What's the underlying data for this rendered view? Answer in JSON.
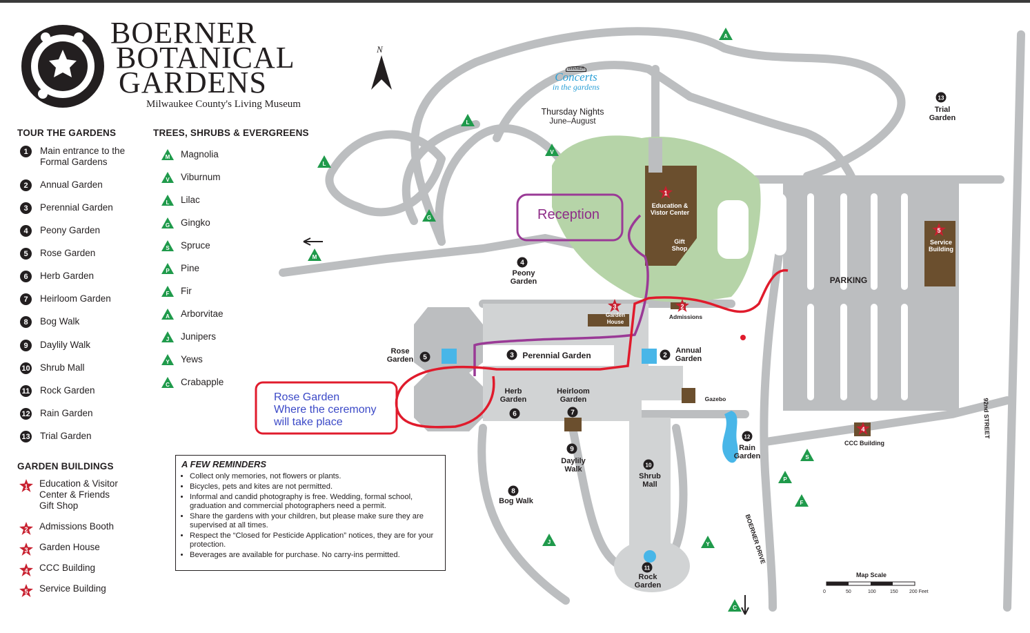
{
  "header": {
    "title_line1": "Boerner",
    "title_line2": "Botanical",
    "title_line3": "Gardens",
    "subtitle": "Milwaukee County's Living Museum"
  },
  "north_label": "N",
  "tour": {
    "title": "TOUR THE GARDENS",
    "items": [
      {
        "num": "1",
        "label": "Main entrance to the Formal Gardens"
      },
      {
        "num": "2",
        "label": "Annual Garden"
      },
      {
        "num": "3",
        "label": "Perennial Garden"
      },
      {
        "num": "4",
        "label": "Peony Garden"
      },
      {
        "num": "5",
        "label": "Rose Garden"
      },
      {
        "num": "6",
        "label": "Herb Garden"
      },
      {
        "num": "7",
        "label": "Heirloom Garden"
      },
      {
        "num": "8",
        "label": "Bog Walk"
      },
      {
        "num": "9",
        "label": "Daylily Walk"
      },
      {
        "num": "10",
        "label": "Shrub Mall"
      },
      {
        "num": "11",
        "label": "Rock Garden"
      },
      {
        "num": "12",
        "label": "Rain Garden"
      },
      {
        "num": "13",
        "label": "Trial Garden"
      }
    ]
  },
  "trees": {
    "title": "TREES, SHRUBS & EVERGREENS",
    "items": [
      {
        "letter": "M",
        "label": "Magnolia"
      },
      {
        "letter": "V",
        "label": "Viburnum"
      },
      {
        "letter": "L",
        "label": "Lilac"
      },
      {
        "letter": "G",
        "label": "Gingko"
      },
      {
        "letter": "S",
        "label": "Spruce"
      },
      {
        "letter": "P",
        "label": "Pine"
      },
      {
        "letter": "F",
        "label": "Fir"
      },
      {
        "letter": "A",
        "label": "Arborvitae"
      },
      {
        "letter": "J",
        "label": "Junipers"
      },
      {
        "letter": "Y",
        "label": "Yews"
      },
      {
        "letter": "C",
        "label": "Crabapple"
      }
    ]
  },
  "buildings": {
    "title": "GARDEN BUILDINGS",
    "items": [
      {
        "num": "1",
        "label": "Education & Visitor Center & Friends Gift Shop"
      },
      {
        "num": "2",
        "label": "Admissions Booth"
      },
      {
        "num": "3",
        "label": "Garden House"
      },
      {
        "num": "4",
        "label": "CCC Building"
      },
      {
        "num": "5",
        "label": "Service Building"
      }
    ]
  },
  "reminders": {
    "title": "A FEW REMINDERS",
    "items": [
      "Collect only memories, not flowers or plants.",
      "Bicycles, pets and kites are not permitted.",
      "Informal and candid photography is free. Wedding, formal school, graduation and commercial photographers need a permit.",
      "Share the gardens with your children, but please make sure they are supervised at all times.",
      "Respect the “Closed for Pesticide Application” notices, they are for your protection.",
      "Beverages are available for purchase. No carry-ins permitted."
    ]
  },
  "concerts": {
    "badge": "WINNER",
    "logo_line1": "Concerts",
    "logo_line2": "in the gardens",
    "line1": "Thursday Nights",
    "line2": "June–August"
  },
  "map_labels": {
    "education": "Education & Vistor Center",
    "gift_shop": "Gift Shop",
    "peony": "Peony Garden",
    "rose": "Rose Garden",
    "perennial": "Perennial Garden",
    "annual": "Annual Garden",
    "herb": "Herb Garden",
    "heirloom": "Heirloom Garden",
    "garden_house": "Garden House",
    "admissions": "Admissions",
    "gazebo": "Gazebo",
    "parking": "PARKING",
    "service": "Service Building",
    "trial": "Trial Garden",
    "ccc": "CCC Building",
    "rain": "Rain Garden",
    "daylily": "Daylily Walk",
    "shrub": "Shrub Mall",
    "bog": "Bog Walk",
    "rock": "Rock Garden",
    "street": "92nd STREET",
    "drive": "BOERNER DRIVE"
  },
  "scale": {
    "title": "Map Scale",
    "ticks": [
      "0",
      "50",
      "100",
      "150",
      "200 Feet"
    ]
  },
  "annotations": {
    "reception": "Reception",
    "ceremony_line1": "Rose Garden",
    "ceremony_line2": "Where the ceremony",
    "ceremony_line3": "will take place"
  },
  "colors": {
    "road": "#bcbec0",
    "building": "#6b4f2e",
    "lawn": "#b6d4a8",
    "tree": "#1f9a4b",
    "star": "#c8202f",
    "purple_route": "#9a3a96",
    "red_route": "#e01b2c",
    "water": "#48b6e8"
  }
}
